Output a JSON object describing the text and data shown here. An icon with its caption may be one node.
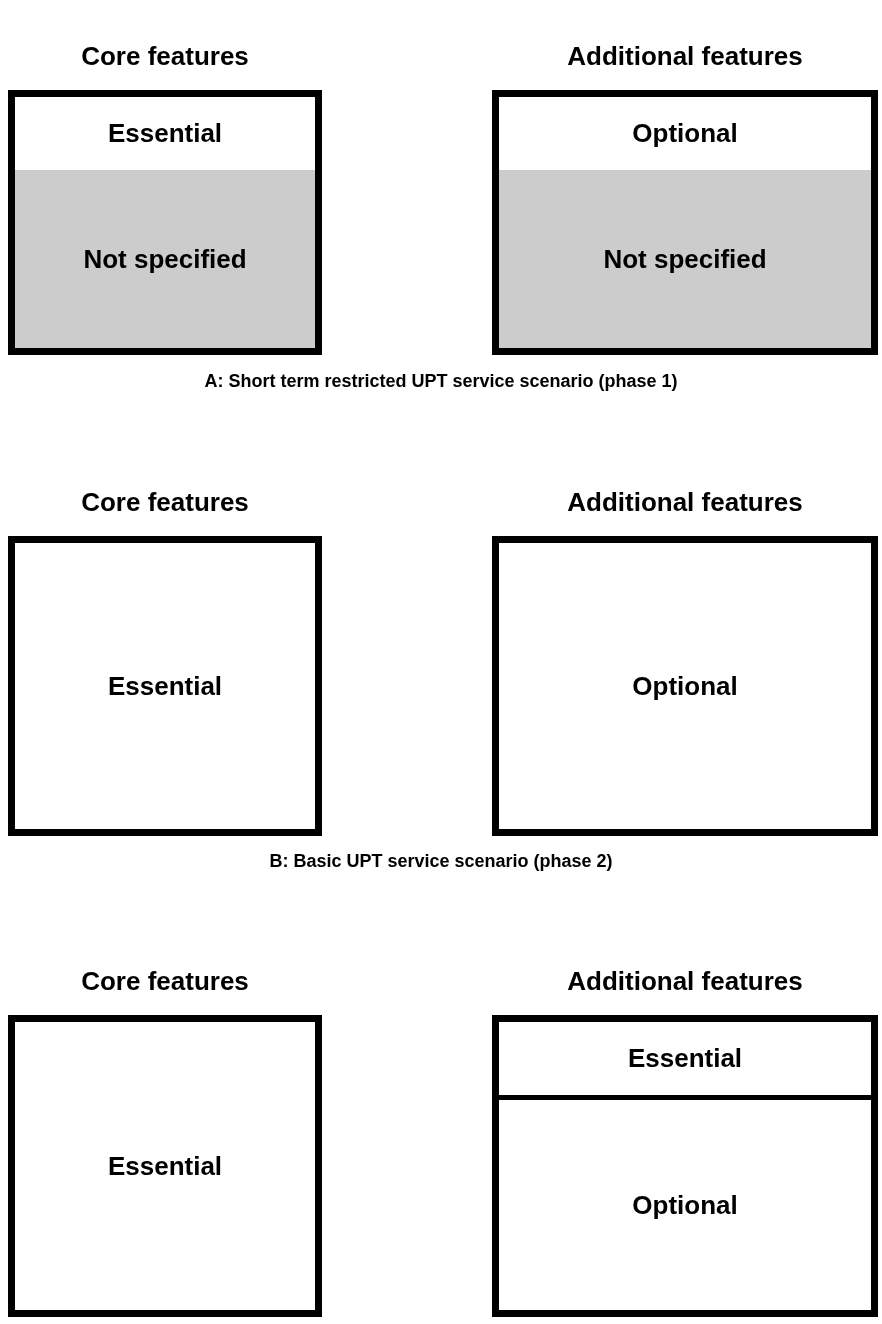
{
  "diagram": {
    "nodes": [
      {
        "text": [
          "Core features"
        ]
      },
      {
        "text": [
          "Essential"
        ],
        "in": 0
      },
      {
        "text": [
          "Not specified"
        ],
        "in": 0
      },
      {
        "text": [
          "Additional features"
        ]
      },
      {
        "text": [
          "Optional"
        ],
        "in": 3
      },
      {
        "text": [
          "Not specified"
        ],
        "in": 3
      },
      {
        "text": [
          "Core features",
          "Essential"
        ]
      },
      {
        "text": [
          "Additional features",
          "Optional"
        ]
      },
      {
        "text": [
          "Core features",
          "Essential"
        ]
      },
      {
        "text": [
          "Additional features"
        ]
      },
      {
        "text": [
          "Essential"
        ],
        "in": 9
      },
      {
        "text": [
          "Optional"
        ],
        "in": 9
      }
    ],
    "labels": [
      "A: Short term restricted UPT service scenario (phase 1)",
      "B: Basic UPT service scenario (phase 2)"
    ]
  }
}
